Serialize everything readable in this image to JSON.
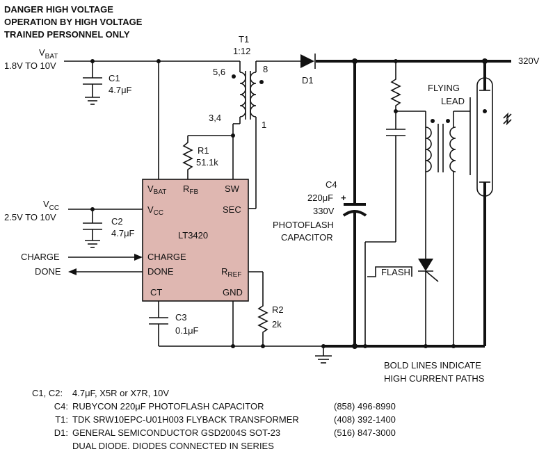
{
  "warning": {
    "line1": "DANGER HIGH VOLTAGE",
    "line2": "OPERATION BY HIGH VOLTAGE",
    "line3": "TRAINED PERSONNEL ONLY"
  },
  "inputs": {
    "vbat_name": "V",
    "vbat_sub": "BAT",
    "vbat_range": "1.8V TO 10V",
    "vcc_name": "V",
    "vcc_sub": "CC",
    "vcc_range": "2.5V TO 10V",
    "charge": "CHARGE",
    "done": "DONE"
  },
  "components": {
    "c1_name": "C1",
    "c1_value": "4.7μF",
    "c2_name": "C2",
    "c2_value": "4.7μF",
    "c3_name": "C3",
    "c3_value": "0.1μF",
    "c4_name": "C4",
    "c4_value": "220μF",
    "c4_voltage": "330V",
    "c4_desc1": "PHOTOFLASH",
    "c4_desc2": "CAPACITOR",
    "c4_plus": "+",
    "r1_name": "R1",
    "r1_value": "51.1k",
    "r2_name": "R2",
    "r2_value": "2k",
    "t1_name": "T1",
    "t1_ratio": "1:12",
    "t1_pin56": "5,6",
    "t1_pin34": "3,4",
    "t1_pin8": "8",
    "t1_pin1": "1",
    "d1_name": "D1",
    "output_voltage": "320V",
    "flash_label": "FLASH",
    "flying_lead1": "FLYING",
    "flying_lead2": "LEAD"
  },
  "ic": {
    "name": "LT3420",
    "pin_vbat": "V",
    "pin_vbat_sub": "BAT",
    "pin_rfb": "R",
    "pin_rfb_sub": "FB",
    "pin_sw": "SW",
    "pin_vcc": "V",
    "pin_vcc_sub": "CC",
    "pin_sec": "SEC",
    "pin_charge": "CHARGE",
    "pin_done": "DONE",
    "pin_rref": "R",
    "pin_rref_sub": "REF",
    "pin_ct": "CT",
    "pin_gnd": "GND"
  },
  "notes": {
    "bold1": "BOLD LINES INDICATE",
    "bold2": "HIGH CURRENT PATHS"
  },
  "bom": [
    {
      "ref": "C1, C2:",
      "desc": "4.7μF, X5R or X7R, 10V",
      "phone": ""
    },
    {
      "ref": "C4:",
      "desc": "RUBYCON 220μF PHOTOFLASH CAPACITOR",
      "phone": "(858) 496-8990"
    },
    {
      "ref": "T1:",
      "desc": "TDK SRW10EPC-U01H003 FLYBACK TRANSFORMER",
      "phone": "(408) 392-1400"
    },
    {
      "ref": "D1:",
      "desc": "GENERAL SEMICONDUCTOR GSD2004S SOT-23",
      "phone": "(516) 847-3000"
    },
    {
      "ref": "",
      "desc": "DUAL DIODE. DIODES CONNECTED IN SERIES",
      "phone": ""
    }
  ]
}
